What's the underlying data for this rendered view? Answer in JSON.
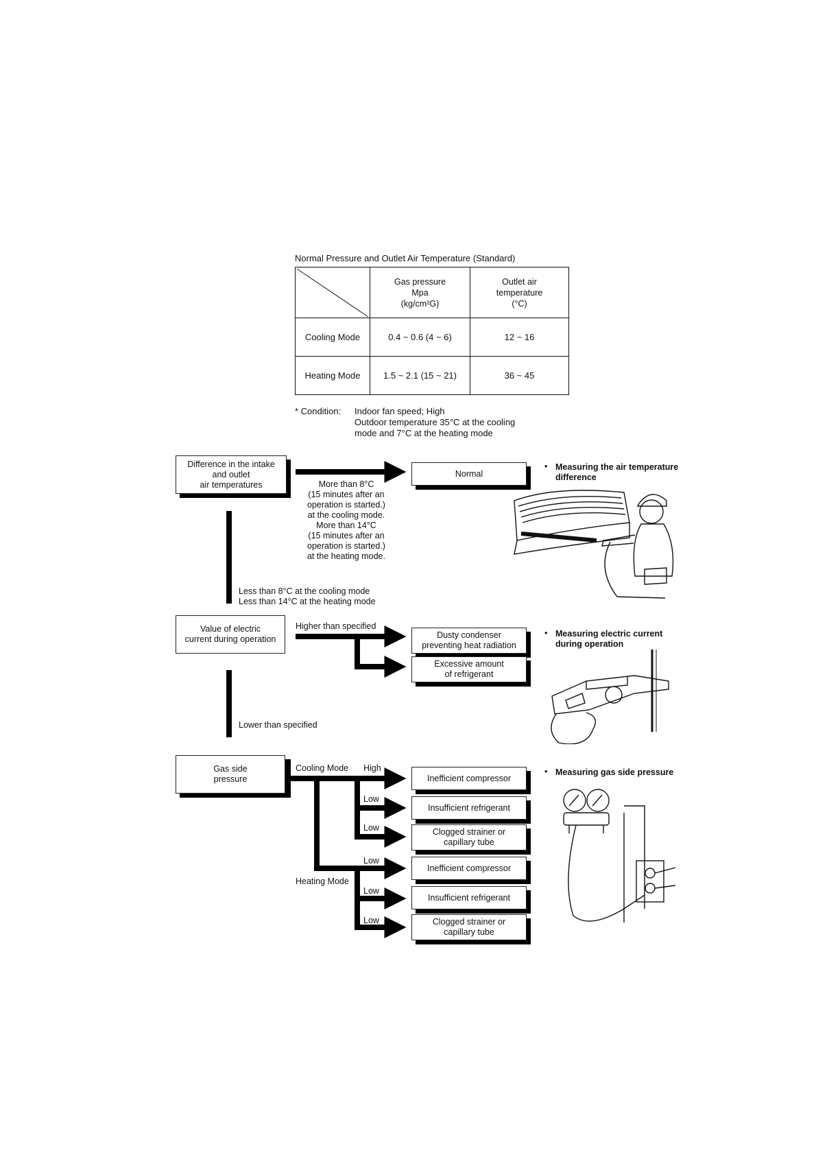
{
  "table": {
    "title": "Normal Pressure and Outlet Air Temperature (Standard)",
    "headers": [
      "Gas pressure\nMpa\n(kg/cm²G)",
      "Outlet air\ntemperature\n(°C)"
    ],
    "rows": [
      {
        "mode": "Cooling Mode",
        "pressure": "0.4 ~ 0.6 (4 ~ 6)",
        "temp": "12 ~ 16"
      },
      {
        "mode": "Heating Mode",
        "pressure": "1.5 ~ 2.1 (15 ~ 21)",
        "temp": "36 ~ 45"
      }
    ],
    "condition_label": "* Condition:",
    "condition_text": "Indoor fan speed; High\nOutdoor temperature 35°C at the cooling\nmode and 7°C at the heating mode"
  },
  "section1": {
    "start": "Difference in the intake\nand outlet\nair temperatures",
    "condition": "More than 8°C\n(15 minutes after an\noperation is started.)\nat the cooling mode.\nMore than 14°C\n(15 minutes after an\noperation is started.)\nat the heating mode.",
    "result": "Normal",
    "down_label": "Less than 8°C at the cooling mode\nLess than 14°C at the heating mode",
    "note": "Measuring the air temperature\ndifference"
  },
  "section2": {
    "start": "Value of electric\ncurrent during operation",
    "condition": "Higher than specified",
    "results": [
      "Dusty condenser\npreventing heat radiation",
      "Excessive amount\nof refrigerant"
    ],
    "down_label": "Lower than specified",
    "note": "Measuring electric current\nduring operation"
  },
  "section3": {
    "start": "Gas side\npressure",
    "cooling_label": "Cooling Mode",
    "heating_label": "Heating Mode",
    "branch_labels": [
      "High",
      "Low",
      "Low",
      "Low",
      "Low",
      "Low"
    ],
    "results": [
      "Inefficient compressor",
      "Insufficient refrigerant",
      "Clogged strainer or\ncapillary tube",
      "Inefficient compressor",
      "Insufficient refrigerant",
      "Clogged strainer or\ncapillary tube"
    ],
    "note": "Measuring gas side pressure"
  }
}
